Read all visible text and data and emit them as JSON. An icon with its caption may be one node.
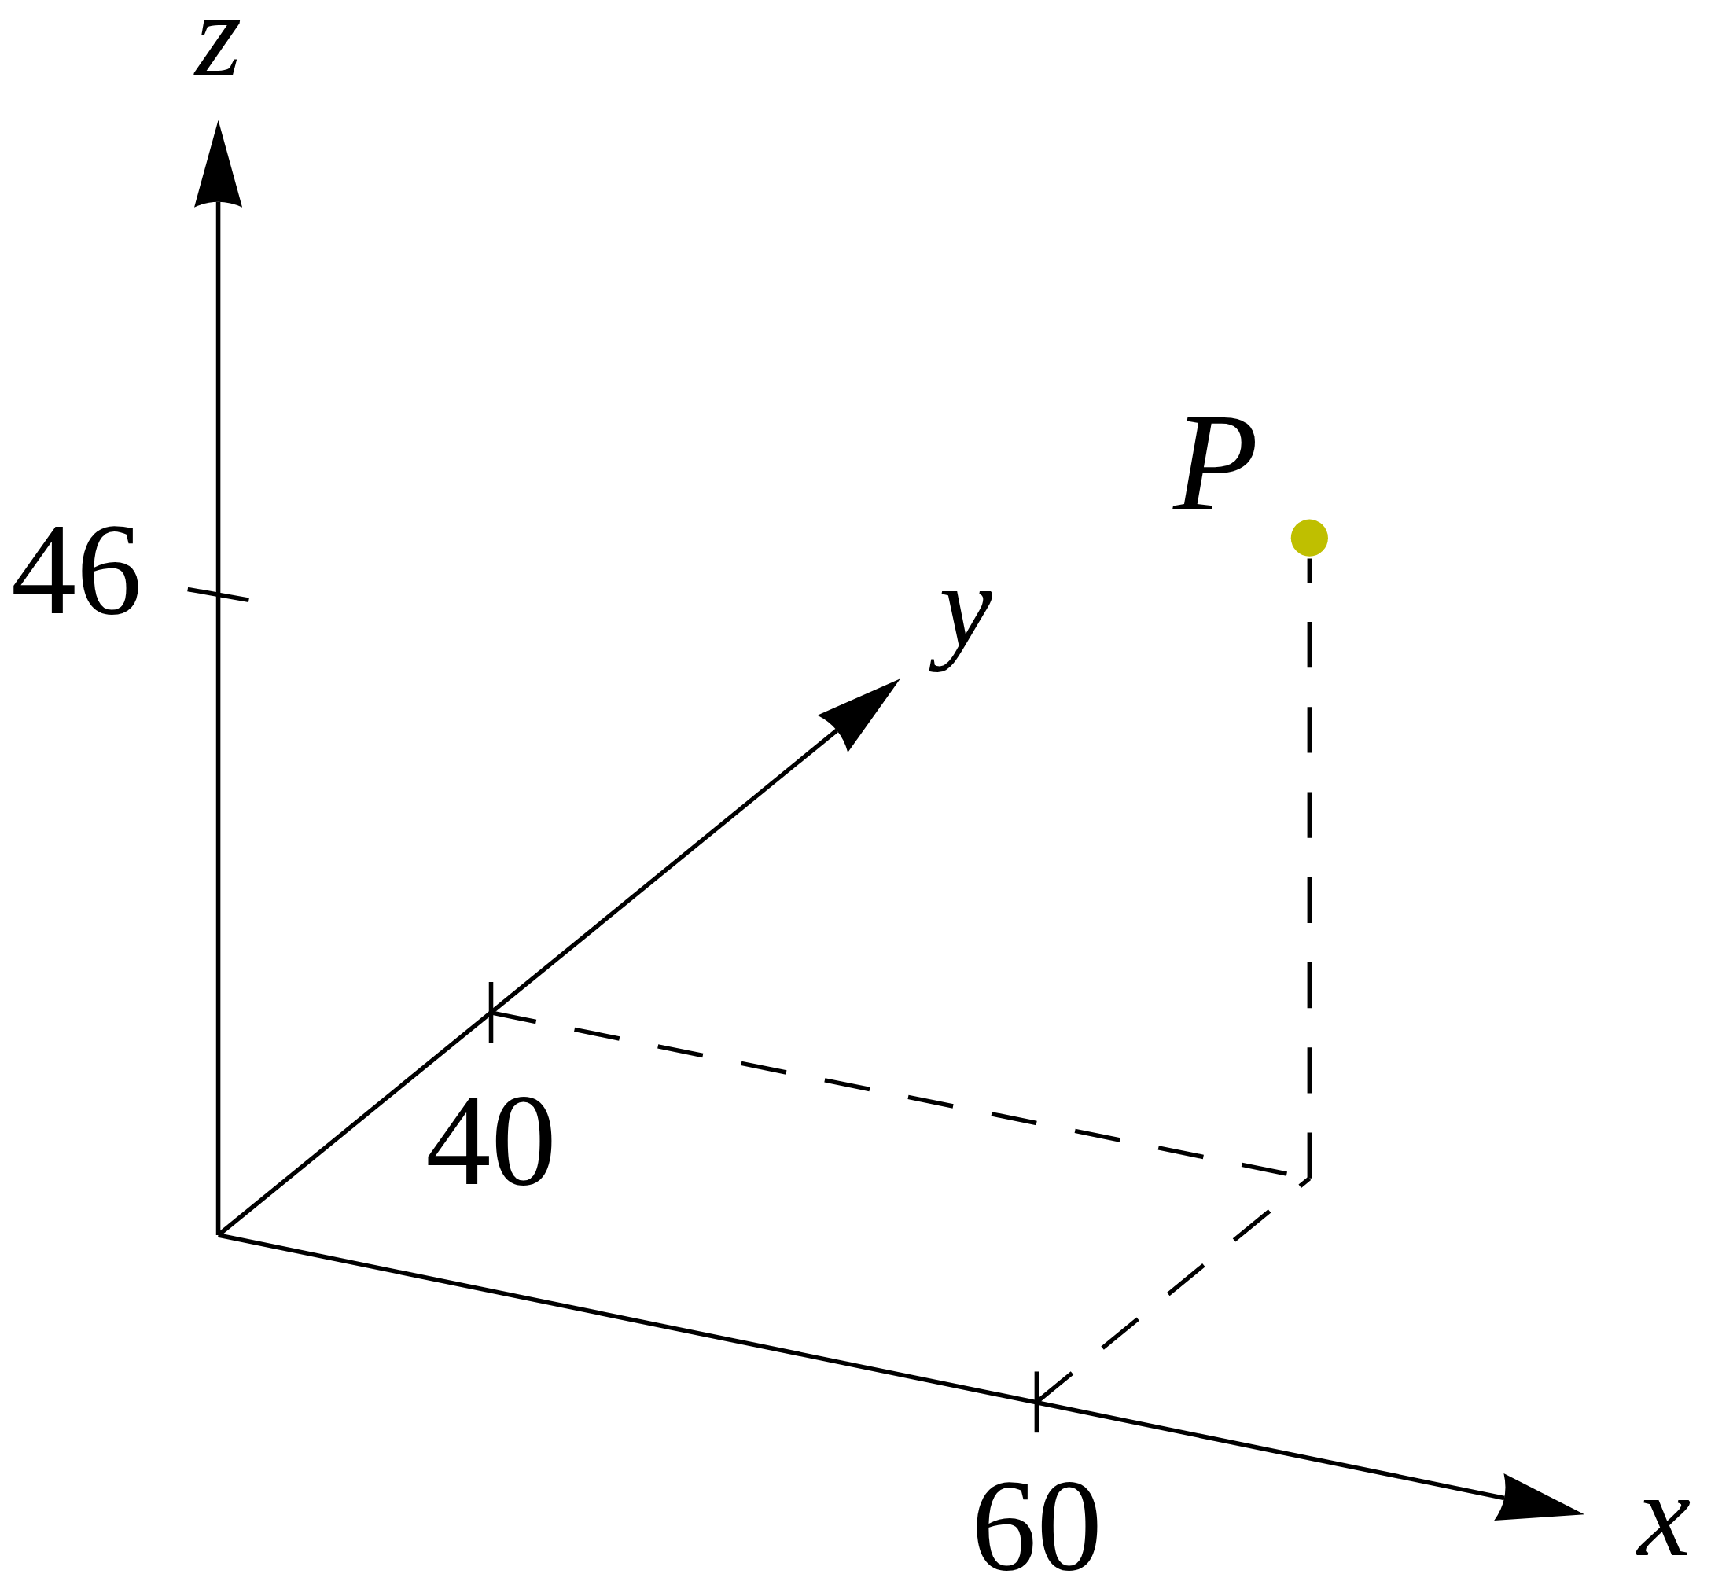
{
  "diagram": {
    "nodes": [
      {
        "text": [
          "P"
        ]
      }
    ],
    "labels": [
      "z",
      "46",
      "y",
      "40",
      "60",
      "x"
    ]
  }
}
